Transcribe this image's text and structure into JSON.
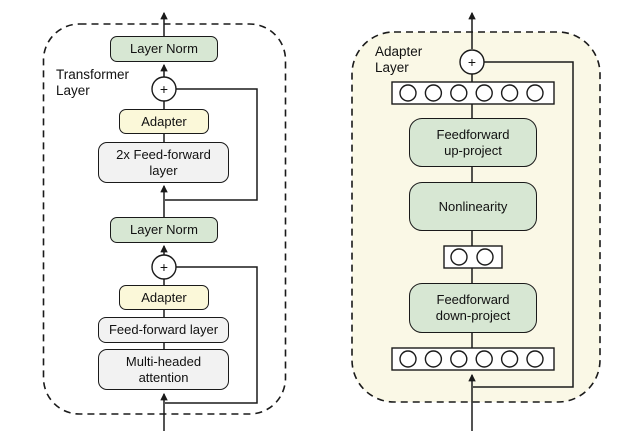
{
  "figure_colors": {
    "box_green": "#d7e7d3",
    "box_yellow": "#fbf8d9",
    "box_gray": "#f2f2f2",
    "adapter_panel_fill": "#faf8e6",
    "stroke": "#1a1a1a"
  },
  "glyphs": {
    "plus": "+"
  },
  "left": {
    "label": [
      "Transformer",
      "Layer"
    ],
    "layer_norm_top": "Layer Norm",
    "adapter_top": "Adapter",
    "ff2x": [
      "2x Feed-forward",
      "layer"
    ],
    "layer_norm_bottom": "Layer Norm",
    "adapter_bottom": "Adapter",
    "ff_layer": "Feed-forward layer",
    "mha": [
      "Multi-headed",
      "attention"
    ]
  },
  "right": {
    "label": [
      "Adapter",
      "Layer"
    ],
    "up_project": [
      "Feedforward",
      "up-project"
    ],
    "nonlinearity": "Nonlinearity",
    "down_project": [
      "Feedforward",
      "down-project"
    ],
    "token_rows": {
      "top_circles": 6,
      "bottleneck_circles": 2,
      "bottom_circles": 6
    }
  }
}
